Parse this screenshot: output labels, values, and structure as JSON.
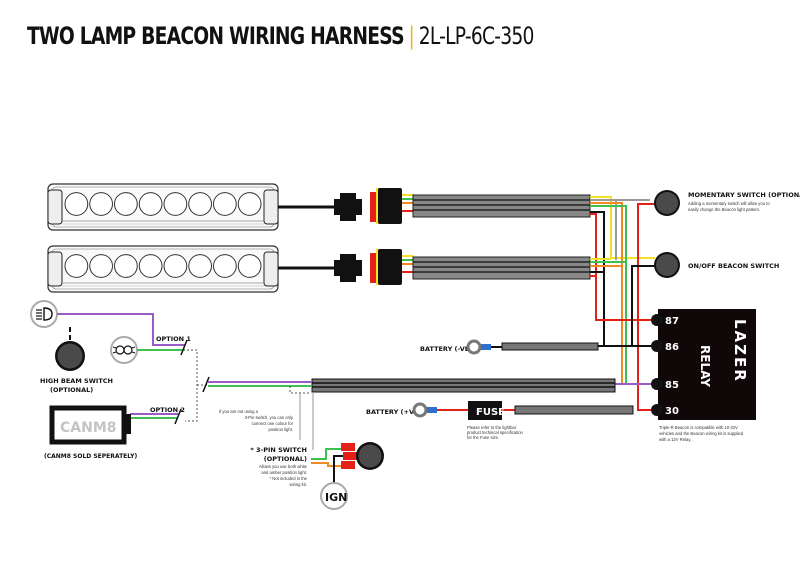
{
  "header": {
    "title": "TWO LAMP BEACON WIRING HARNESS",
    "separator": "|",
    "product_code": "2L-LP-6C-350"
  },
  "colors": {
    "accent": "#f0b323",
    "wire_red": "#e32119",
    "wire_black": "#111111",
    "wire_yellow": "#f5e12a",
    "wire_green": "#3fbf4f",
    "wire_orange": "#f08a24",
    "wire_purple": "#9a5bc4",
    "wire_grey": "#9a9a9a",
    "loom": "#777777",
    "switch": "#444444"
  },
  "components": {
    "momentary_switch": {
      "title": "MOMENTARY SWITCH (OPTIONAL)",
      "desc_line1": "Adding a momentary switch will allow you to",
      "desc_line2": "easily change the Beacon light pattern."
    },
    "onoff_switch": {
      "title": "ON/OFF BEACON SWITCH"
    },
    "relay": {
      "label": "RELAY",
      "brand": "LAZER",
      "pins": [
        "87",
        "86",
        "85",
        "30"
      ],
      "note_line1": "Triple-R Beacon is compatible with 10-32V",
      "note_line2": "vehicles and the Beacon wiring kit is supplied",
      "note_line3": "with a 12V Relay."
    },
    "battery_neg": {
      "label": "BATTERY (-VE)"
    },
    "battery_pos": {
      "label": "BATTERY (+VE)"
    },
    "fuse": {
      "label": "FUSE",
      "note_line1": "Please refer to the lightbar",
      "note_line2": "product technical specification",
      "note_line3": "for the Fuse size."
    },
    "high_beam_switch": {
      "label_line1": "HIGH BEAM SWITCH",
      "label_line2": "(OPTIONAL)"
    },
    "option1": {
      "label": "OPTION 1"
    },
    "option2": {
      "label": "OPTION 2"
    },
    "canm8": {
      "label": "CANM8",
      "note": "(CANM8 SOLD SEPERATELY)"
    },
    "position_note": {
      "line1": "If you are not using a",
      "line2": "3-Pin switch, you can only",
      "line3": "connect one colour for",
      "line4": "position light."
    },
    "three_pin_switch": {
      "title_line1": "* 3-PIN SWITCH",
      "title_line2": "(OPTIONAL)",
      "desc_line1": "Allows you use both white",
      "desc_line2": "and amber position light.",
      "desc_line3": "* Not included in the",
      "desc_line4": "wiring kit."
    },
    "ign": {
      "label": "IGN"
    },
    "light_bars": {
      "count": 2,
      "leds_per_bar": 8
    }
  }
}
